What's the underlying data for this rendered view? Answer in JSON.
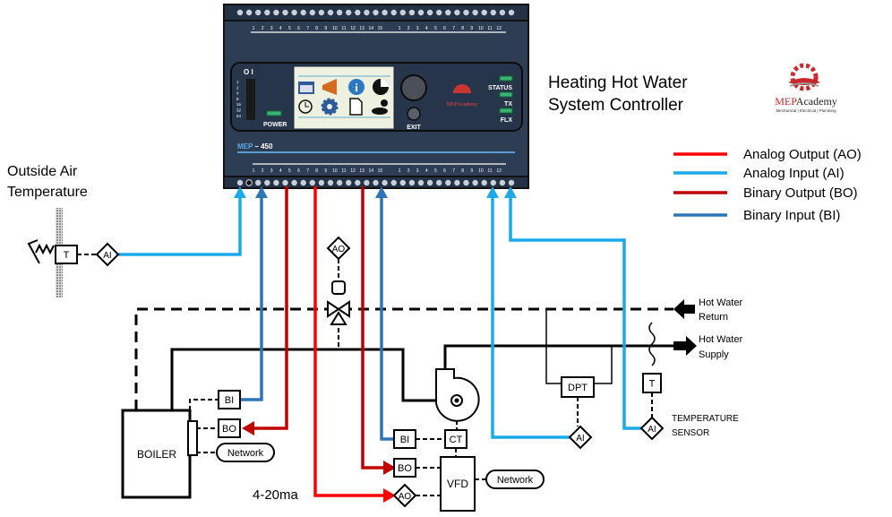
{
  "title": {
    "line1": "Heating Hot Water",
    "line2": "System Controller"
  },
  "controller": {
    "model_prefix": "MEP",
    "model_suffix": " – 450",
    "power_label": "POWER",
    "exit_label": "EXIT",
    "switch_label": "O I",
    "dip_labels": [
      "1",
      "2",
      "4",
      "8",
      "16",
      "32",
      "64"
    ],
    "leds": [
      "STATUS",
      "TX",
      "FLX"
    ],
    "terminal_numbers_a": [
      "1",
      "2",
      "3",
      "4",
      "5",
      "6",
      "7",
      "8",
      "9",
      "10",
      "11",
      "12",
      "13",
      "14",
      "15"
    ],
    "terminal_numbers_b": [
      "1",
      "2",
      "3",
      "4",
      "5",
      "6",
      "7",
      "8",
      "9",
      "10",
      "11",
      "12"
    ],
    "screen_icons": [
      "calendar-icon",
      "megaphone-icon",
      "info-icon",
      "pie-chart-icon",
      "clock-icon",
      "gear-icon",
      "document-icon",
      "weather-icon"
    ],
    "logo_text": "MEPAcademy"
  },
  "logo": {
    "text_mep": "MEP",
    "text_academy": "Academy",
    "tagline": "Mechanical | Electrical | Plumbing"
  },
  "legend": [
    {
      "label": "Analog Output (AO)",
      "color": "#ff0000"
    },
    {
      "label": "Analog Input (AI)",
      "color": "#1ba9ea"
    },
    {
      "label": "Binary Output (BO)",
      "color": "#c00000"
    },
    {
      "label": "Binary Input (BI)",
      "color": "#2e75b6"
    }
  ],
  "outside_air": {
    "line1": "Outside Air",
    "line2": "Temperature",
    "sensor": "T",
    "point": "AI"
  },
  "boiler": {
    "label": "BOILER",
    "bi": "BI",
    "bo": "BO",
    "network": "Network"
  },
  "valve": {
    "point": "AO"
  },
  "pump": {
    "ct": "CT",
    "bi": "BI",
    "bo": "BO",
    "ao": "AO",
    "vfd": "VFD",
    "network": "Network",
    "signal": "4-20ma"
  },
  "dpt": {
    "label": "DPT",
    "point": "AI"
  },
  "temp_sensor": {
    "label": "T",
    "point": "AI",
    "line1": "TEMPERATURE",
    "line2": "SENSOR"
  },
  "pipes": {
    "return1": "Hot Water",
    "return2": "Return",
    "supply1": "Hot Water",
    "supply2": "Supply"
  }
}
